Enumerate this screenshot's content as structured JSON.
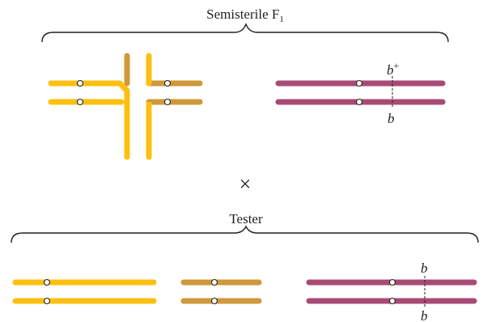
{
  "colors": {
    "yellow": "#FDC010",
    "brown": "#CF983A",
    "magenta": "#A84B74",
    "ink": "#231f20"
  },
  "labels": {
    "top_title": "Semisterile F",
    "top_title_sub": "1",
    "cross_symbol": "×",
    "tester_title": "Tester",
    "allele_b": "b",
    "allele_b_plus": "+"
  }
}
